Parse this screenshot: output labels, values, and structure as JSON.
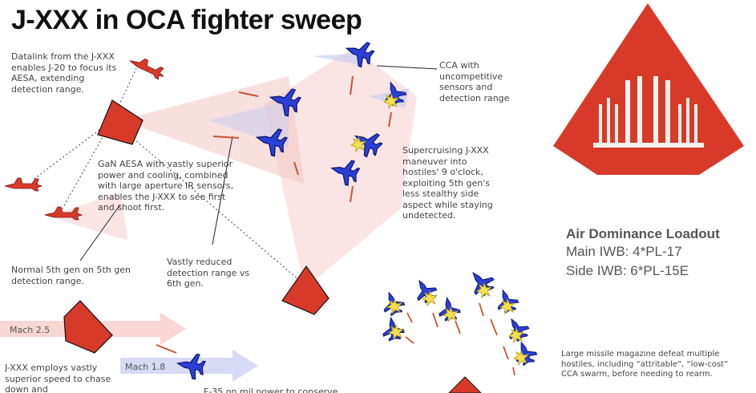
{
  "title": "J-XXX in OCA fighter sweep",
  "annotations": {
    "datalink": "Datalink from the J-XXX enables J-20 to focus its AESA, extending detection range.",
    "gan_aesa": "GaN AESA with vastly superior power and cooling, combined with large aperture IR sensors, enables the J-XXX to see first and shoot first.",
    "normal_5th_gen": "Normal 5th gen on 5th gen detection range.",
    "vastly_reduced": "Vastly reduced detection range vs 6th gen.",
    "cca": "CCA with uncompetitive sensors and detection range",
    "supercruising": "Supercruising J-XXX maneuver into hostiles' 9 o'clock, exploiting 5th gen's less stealthy side aspect while staying undetected.",
    "speed_claim": "J-XXX employs vastly superior speed to chase down and",
    "large_magazine": "Large missile magazine defeat multiple hostiles, including “attritable”, “low-cost” CCA swarm, before needing to rearm.",
    "f35_partial": "F-35 on mil power to conserve"
  },
  "speed_labels": {
    "mach_25": "Mach 2.5",
    "mach_18": "Mach 1.8"
  },
  "loadout": {
    "title": "Air Dominance Loadout",
    "main": "Main IWB: 4*PL-17",
    "side": "Side IWB: 6*PL-15E"
  },
  "colors": {
    "friendly_red": "#d83a2a",
    "hostile_blue": "#2c3fd8",
    "explosion_yellow": "#f4e04d",
    "cone_pink": "#f3c6c3",
    "cone_blue": "#c9ceef"
  }
}
